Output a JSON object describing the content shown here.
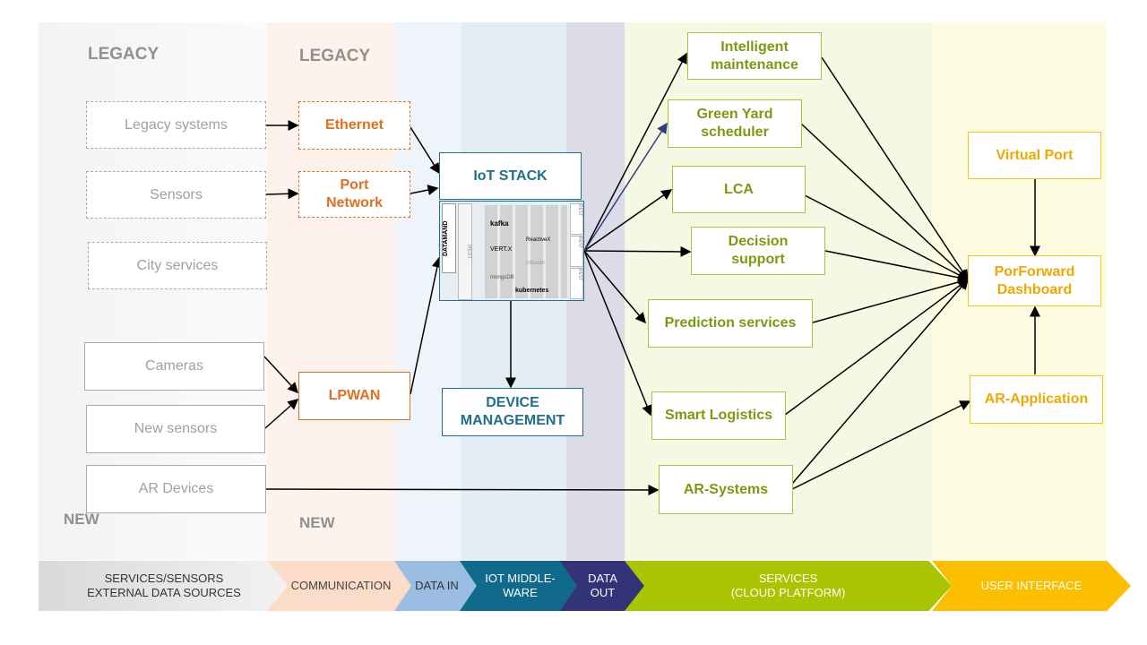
{
  "columns": {
    "legacy_left": "LEGACY",
    "legacy_comm": "LEGACY",
    "new_left": "NEW",
    "new_comm": "NEW"
  },
  "sources": {
    "legacy": [
      "Legacy systems",
      "Sensors",
      "City services"
    ],
    "new": [
      "Cameras",
      "New sensors",
      "AR Devices"
    ]
  },
  "communication": {
    "ethernet": "Ethernet",
    "port_network": "Port Network",
    "lpwan": "LPWAN"
  },
  "middleware": {
    "iot_stack": "IoT STACK",
    "device_management": "DEVICE MANAGEMENT",
    "stack_labels": [
      "DATAMAND",
      "REST",
      "kafka",
      "ReactiveX",
      "VERT.X",
      "influxdb",
      "mongoDB",
      "kubernetes",
      "REST",
      "REST",
      "REST"
    ]
  },
  "services": [
    "Intelligent maintenance",
    "Green Yard scheduler",
    "LCA",
    "Decision support",
    "Prediction services",
    "Smart Logistics",
    "AR-Systems"
  ],
  "ui": {
    "virtual_port": "Virtual Port",
    "dashboard": "PorForward Dashboard",
    "ar_application": "AR-Application"
  },
  "bands": [
    "SERVICES/SENSORS\nEXTERNAL DATA SOURCES",
    "COMMUNICATION",
    "DATA IN",
    "IOT MIDDLE-WARE",
    "DATA OUT",
    "SERVICES\n(CLOUD PLATFORM)",
    "USER INTERFACE"
  ],
  "colors": {
    "orange": "#e07020",
    "blue": "#1f6f8b",
    "green": "#a8c43c",
    "yellow": "#f5c518"
  }
}
